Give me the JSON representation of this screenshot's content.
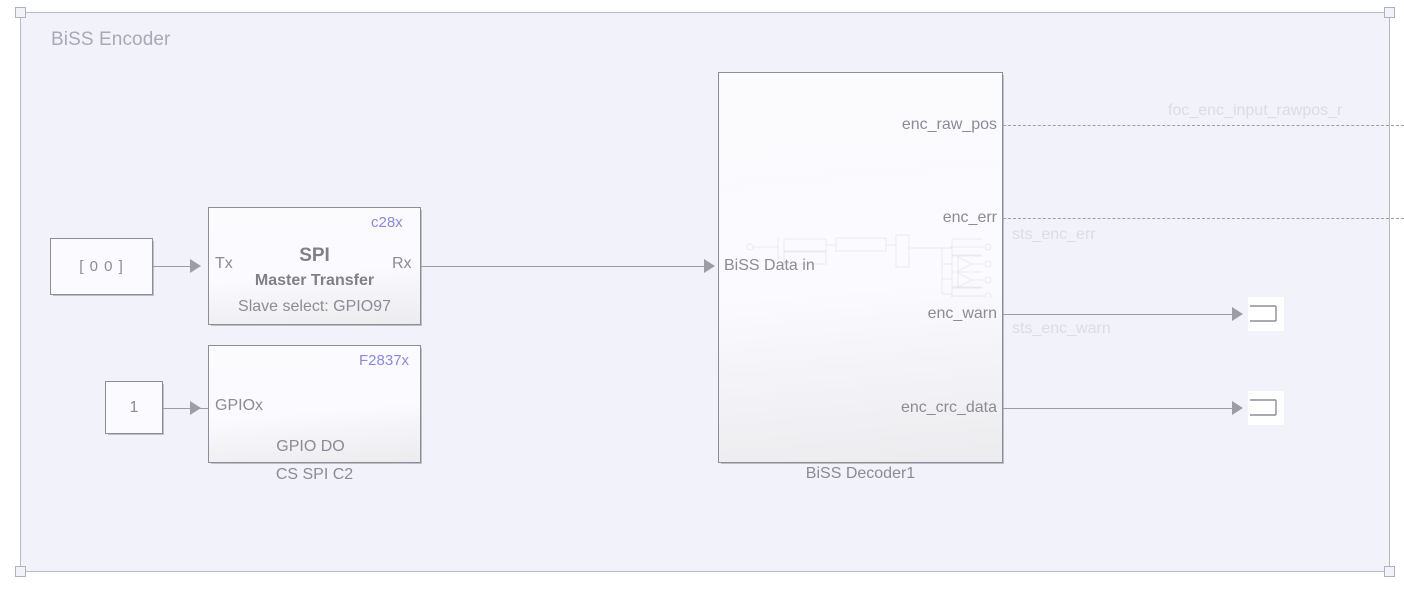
{
  "subsystem": {
    "title": "BiSS Encoder",
    "background": "#f2f2fb",
    "border_color": "#b9b9c6"
  },
  "blocks": {
    "constant_vector": {
      "name": "constant-vector-block",
      "value": "[ 0   0 ]"
    },
    "constant_one": {
      "name": "constant-one-block",
      "value": "1"
    },
    "spi_master_transfer": {
      "chip": "c28x",
      "title": "SPI",
      "subtitle": "Master Transfer",
      "detail": "Slave select: GPIO97",
      "input_port": "Tx",
      "output_port": "Rx"
    },
    "gpio_do": {
      "chip": "F2837x",
      "input_port": "GPIOx",
      "footer": "GPIO DO",
      "label": "CS SPI C2"
    },
    "biss_decoder": {
      "label": "BiSS Decoder1",
      "input_port": "BiSS Data in",
      "output_ports": [
        "enc_raw_pos",
        "enc_err",
        "enc_warn",
        "enc_crc_data"
      ]
    }
  },
  "signals": [
    {
      "name": "foc_enc_input_rawpos_r",
      "style": "dashed",
      "source_port": "enc_raw_pos"
    },
    {
      "name": "sts_enc_err",
      "style": "dashed",
      "source_port": "enc_err"
    },
    {
      "name": "sts_enc_warn",
      "style": "solid",
      "source_port": "enc_warn"
    }
  ],
  "terminators": [
    {
      "name": "terminator-enc-warn"
    },
    {
      "name": "terminator-enc-crc-data"
    }
  ],
  "colors": {
    "chip_label": "#8a8ad8",
    "text": "#8b8b96",
    "faint_text": "#d8d8e6",
    "wire": "#9d9da8"
  }
}
